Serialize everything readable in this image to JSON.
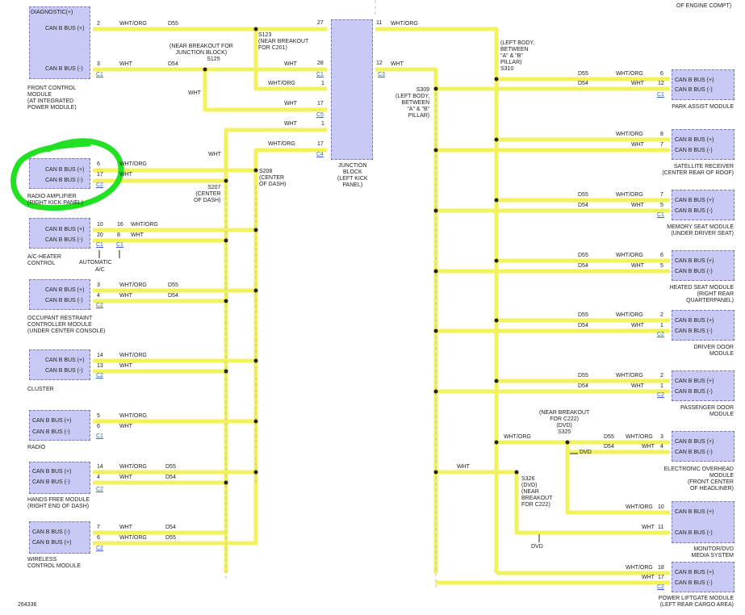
{
  "figure_id": "264336",
  "colors": {
    "wire": "#f2f26a",
    "wire_core": "#ffff33",
    "module": "#c9c9f5",
    "highlight": "#22e022"
  },
  "modules_left": [
    {
      "pins": [
        "DIAGNOSTIC(+)",
        "CAN B BUS (+)",
        "CAN B BUS (-)"
      ],
      "conn": "C1",
      "label": [
        "FRONT CONTROL",
        "MODULE",
        "(AT INTEGRATED",
        "POWER MODULE)"
      ]
    },
    {
      "pins": [
        "CAN B BUS (+)",
        "CAN B BUS (-)"
      ],
      "conn": "C2",
      "label": [
        "RADIO AMPLIFIER",
        "(RIGHT KICK PANEL)"
      ]
    },
    {
      "pins": [
        "CAN B BUS (+)",
        "CAN B BUS (-)"
      ],
      "conn": "C1",
      "conn2": "C1",
      "label": [
        "A/C-HEATER",
        "CONTROL"
      ],
      "note": "AUTOMATIC",
      "note2": "A/C"
    },
    {
      "pins": [
        "CAN B BUS (+)",
        "CAN B BUS (-)"
      ],
      "conn": "C2",
      "label": [
        "OCCUPANT RESTRAINT",
        "CONTROLLER MODULE",
        "(UNDER CENTER CONSOLE)"
      ]
    },
    {
      "pins": [
        "CAN B BUS (+)",
        "CAN B BUS (-)"
      ],
      "conn": "C2",
      "label": [
        "CLUSTER"
      ]
    },
    {
      "pins": [
        "CAN B BUS (+)",
        "CAN B BUS (-)"
      ],
      "conn": "C1",
      "label": [
        "RADIO"
      ]
    },
    {
      "pins": [
        "CAN B BUS (+)",
        "CAN B BUS (-)"
      ],
      "conn": "C2",
      "label": [
        "HANDS FREE MODULE",
        "(RIGHT END OF DASH)"
      ]
    },
    {
      "pins": [
        "CAN B BUS (-)",
        "CAN B BUS (+)"
      ],
      "conn": "C2",
      "label": [
        "WIRELESS",
        "CONTROL MODULE"
      ]
    }
  ],
  "modules_right": [
    {
      "pins": [
        "CAN B BUS (+)",
        "CAN B BUS (-)"
      ],
      "conn": "C1",
      "label": [
        "PARK ASSIST MODULE"
      ]
    },
    {
      "pins": [
        "CAN B BUS (+)",
        "CAN B BUS (-)"
      ],
      "conn": "",
      "label": [
        "SATELLITE RECEIVER",
        "(CENTER REAR OF ROOF)"
      ]
    },
    {
      "pins": [
        "CAN B BUS (+)",
        "CAN B BUS (-)"
      ],
      "conn": "C1",
      "label": [
        "MEMORY SEAT MODULE",
        "(UNDER DRIVER SEAT)"
      ]
    },
    {
      "pins": [
        "CAN B BUS (+)",
        "CAN B BUS (-)"
      ],
      "conn": "",
      "label": [
        "HEATED SEAT MODULE",
        "(RIGHT REAR",
        "QUARTERPANEL)"
      ]
    },
    {
      "pins": [
        "CAN B BUS (+)",
        "CAN B BUS (-)"
      ],
      "conn": "C2",
      "label": [
        "DRIVER DOOR",
        "MODULE"
      ]
    },
    {
      "pins": [
        "CAN B BUS (+)",
        "CAN B BUS (-)"
      ],
      "conn": "C2",
      "label": [
        "PASSENGER DOOR",
        "MODULE"
      ]
    },
    {
      "pins": [
        "CAN B BUS (+)",
        "CAN B BUS (-)"
      ],
      "conn": "",
      "label": [
        "ELECTRONIC OVERHEAD",
        "MODULE",
        "(FRONT CENTER",
        "OF HEADLINER)"
      ]
    },
    {
      "pins": [
        "CAN B BUS (+)",
        "CAN B BUS (-)"
      ],
      "conn": "",
      "label": [
        "MONITOR/DVD",
        "MEDIA SYSTEM"
      ]
    },
    {
      "pins": [
        "CAN B BUS (+)",
        "CAN B BUS (-)"
      ],
      "conn": "C2",
      "label": [
        "POWER LIFTGATE MODULE",
        "(LEFT REAR CARGO AREA)"
      ]
    }
  ],
  "junction": {
    "label": [
      "JUNCTION",
      "BLOCK",
      "(LEFT KICK",
      "PANEL)"
    ],
    "conns": [
      "C1",
      "C5",
      "C4",
      "C3"
    ]
  },
  "top_right_partial": "OF ENGINE COMPT)",
  "notes": {
    "s123": [
      "S123",
      "(NEAR BREAKOUT",
      "FOR C201)"
    ],
    "s125": [
      "(NEAR BREAKOUT FOR",
      "JUNCTION BLOCK)",
      "S125"
    ],
    "s310": [
      "(LEFT BODY,",
      "BETWEEN",
      "\"A\" & \"B\"",
      "PILLAR)",
      "S310"
    ],
    "s309": [
      "S309",
      "(LEFT BODY,",
      "BETWEEN",
      "\"A\" & \"B\"",
      "PILLAR)"
    ],
    "s208": [
      "S208",
      "(CENTER",
      "OF DASH)"
    ],
    "s207": [
      "S207",
      "(CENTER",
      "OF DASH)"
    ],
    "s325": [
      "(NEAR BREAKOUT",
      "FOR C222)",
      "(DVD)",
      "S325"
    ],
    "s326": [
      "S326",
      "(DVD)",
      "(NEAR",
      "BREAKOUT",
      "FOR C222)"
    ],
    "dvd": "DVD"
  },
  "wires": [
    "WHT/ORG",
    "WHT",
    "D55",
    "D54"
  ],
  "pin_numbers": [
    "27",
    "11",
    "28",
    "12",
    "1",
    "17",
    "3",
    "2",
    "6",
    "16",
    "10",
    "20",
    "8",
    "14",
    "13",
    "5",
    "4",
    "7",
    "18"
  ]
}
